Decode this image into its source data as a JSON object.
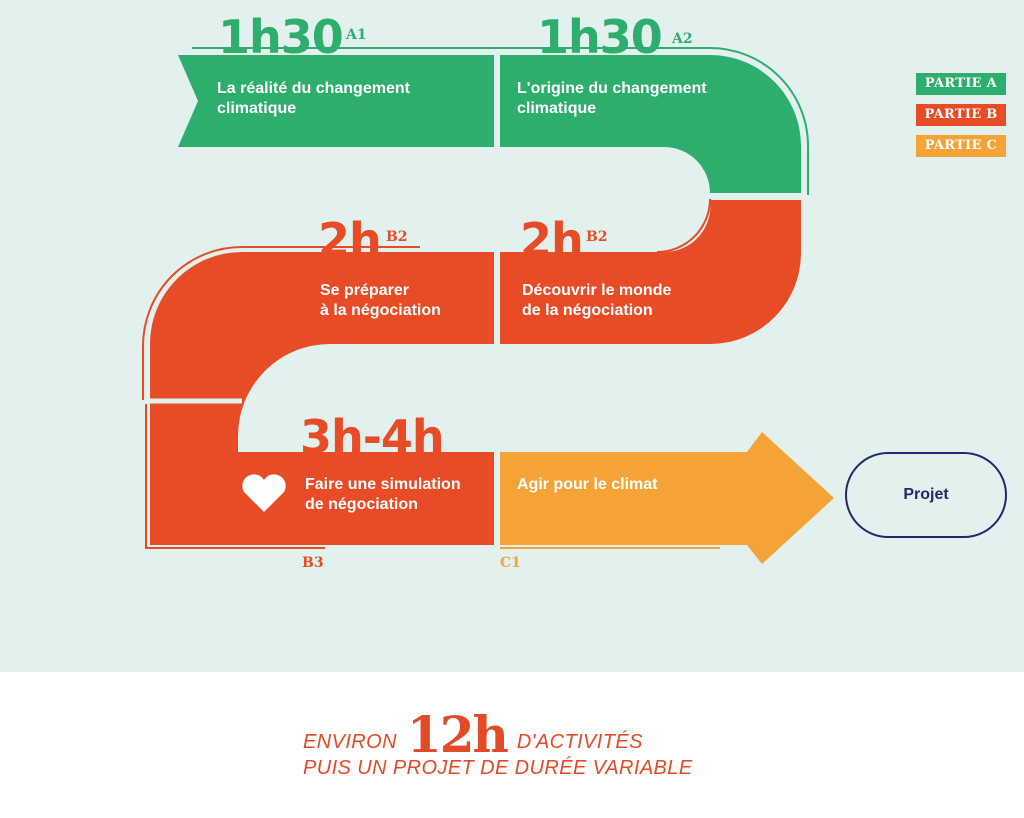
{
  "colors": {
    "partie_a": "#2eae6d",
    "partie_b": "#e84c26",
    "partie_c": "#f5a236",
    "projet": "#1f2a6e",
    "background": "#e2f0ee"
  },
  "legend": [
    {
      "label": "PARTIE A"
    },
    {
      "label": "PARTIE B"
    },
    {
      "label": "PARTIE C"
    }
  ],
  "steps": {
    "a1": {
      "duration": "1h30",
      "code": "A1",
      "line1": "La réalité du changement",
      "line2": "climatique"
    },
    "a2": {
      "duration": "1h30",
      "code": "A2",
      "line1": "L'origine du changement",
      "line2": "climatique"
    },
    "b2_right": {
      "duration": "2h",
      "code": "B2",
      "line1": "Découvrir le monde",
      "line2": "de la négociation"
    },
    "b2_left": {
      "duration": "2h",
      "code": "B2",
      "line1": "Se préparer",
      "line2": "à la négociation"
    },
    "b3": {
      "duration": "3h-4h",
      "code": "B3",
      "line1": "Faire une simulation",
      "line2": "de négociation",
      "icon": "heart-icon"
    },
    "c1": {
      "code": "C1",
      "line1": "Agir pour le climat"
    }
  },
  "projet": {
    "label": "Projet"
  },
  "footer": {
    "prefix": "ENVIRON",
    "total": "12h",
    "suffix": "D'ACTIVITÉS",
    "line2": "PUIS UN PROJET DE DURÉE VARIABLE"
  }
}
